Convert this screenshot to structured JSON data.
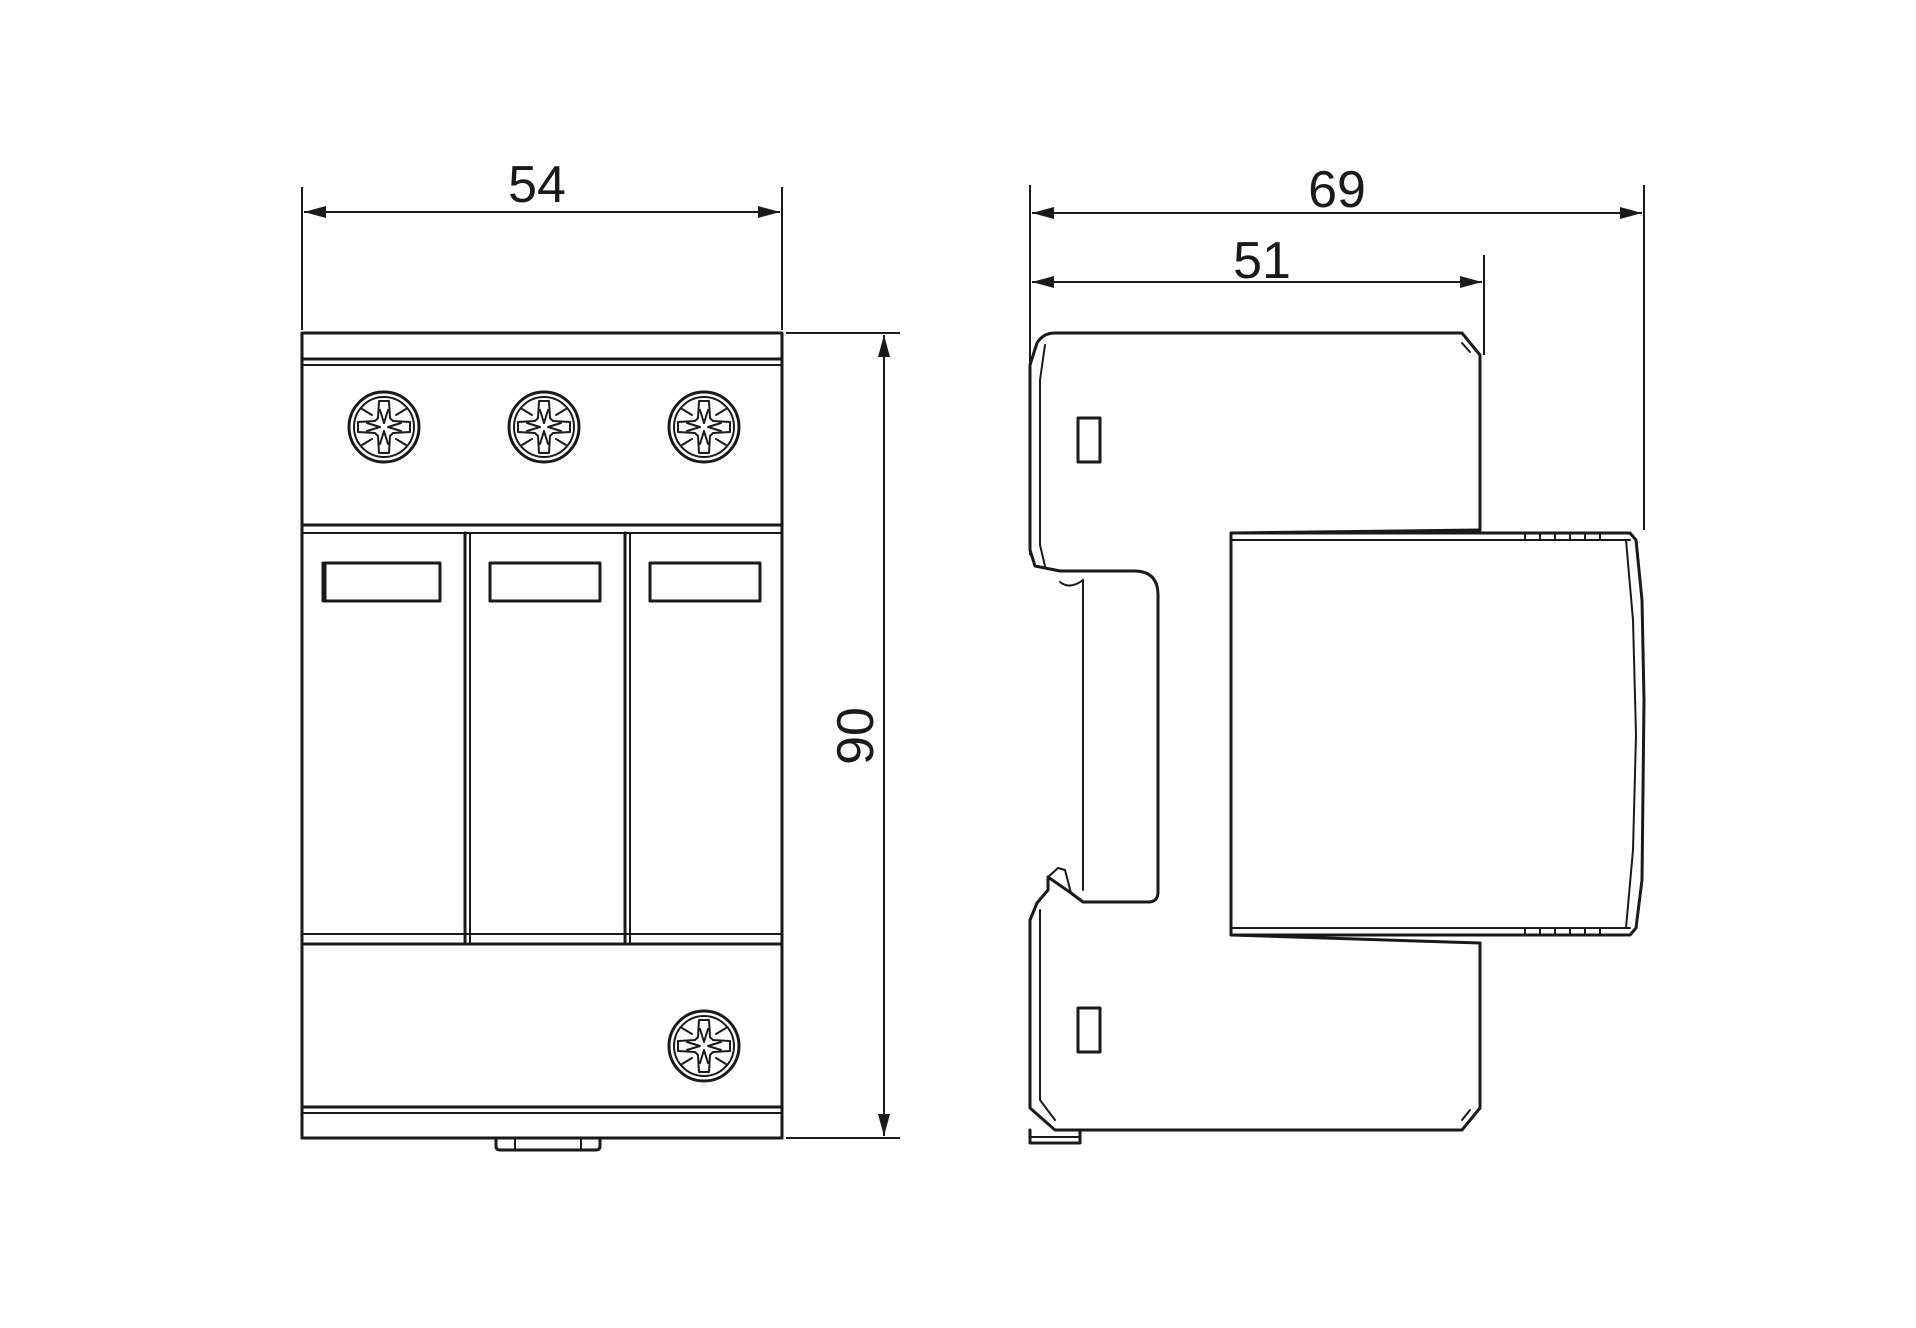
{
  "dimensions": {
    "front_width": "54",
    "front_height": "90",
    "side_total_depth": "69",
    "side_body_depth": "51"
  },
  "colors": {
    "line": "#1a1a1a",
    "background": "#ffffff"
  }
}
